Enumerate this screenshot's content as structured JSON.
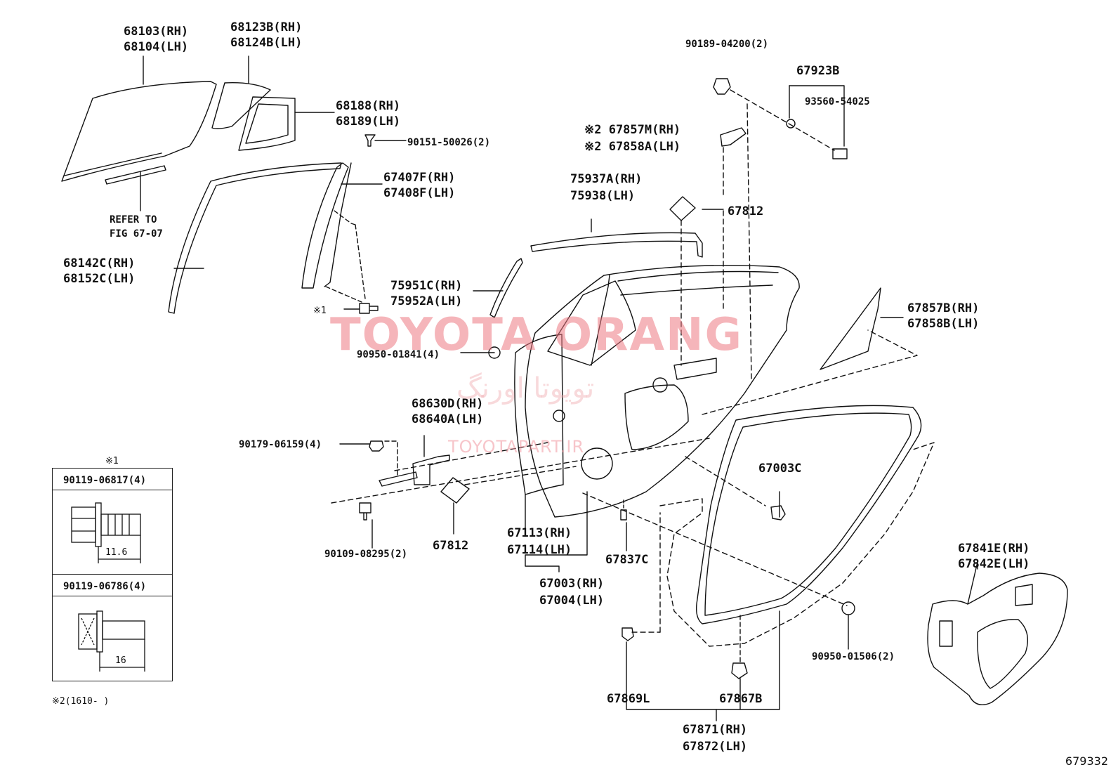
{
  "watermark": {
    "main": "TOYOTA ORANG",
    "persian": "تویوتا اورنگ",
    "url": "TOYOTAPART.IR"
  },
  "figure_id": "679332",
  "labels": {
    "p68103": "68103(RH)",
    "p68104": "68104(LH)",
    "p68123B": "68123B(RH)",
    "p68124B": "68124B(LH)",
    "p68188": "68188(RH)",
    "p68189": "68189(LH)",
    "p90151": "90151-50026(2)",
    "p67407F": "67407F(RH)",
    "p67408F": "67408F(LH)",
    "refer1": "REFER TO",
    "refer2": "FIG 67-07",
    "p68142C": "68142C(RH)",
    "p68152C": "68152C(LH)",
    "p75951C": "75951C(RH)",
    "p75952A": "75952A(LH)",
    "note1_bolt": "※1",
    "p90950_01841": "90950-01841(4)",
    "p68630D": "68630D(RH)",
    "p68640A": "68640A(LH)",
    "p90179": "90179-06159(4)",
    "p90109": "90109-08295(2)",
    "p67812_low": "67812",
    "p67113": "67113(RH)",
    "p67114": "67114(LH)",
    "p67003": "67003(RH)",
    "p67004": "67004(LH)",
    "p67837C": "67837C",
    "p90189": "90189-04200(2)",
    "p67923B": "67923B",
    "p93560": "93560-54025",
    "p67857M": "※2 67857M(RH)",
    "p67858A": "※2 67858A(LH)",
    "p75937A": "75937A(RH)",
    "p75938": "75938(LH)",
    "p67812_top": "67812",
    "p67857B": "67857B(RH)",
    "p67858B": "67858B(LH)",
    "p67003C": "67003C",
    "p90950_01506": "90950-01506(2)",
    "p67841E": "67841E(RH)",
    "p67842E": "67842E(LH)",
    "p67869L": "67869L",
    "p67867B": "67867B",
    "p67871": "67871(RH)",
    "p67872": "67872(LH)"
  },
  "inset": {
    "title": "※1",
    "bolt1_part": "90119-06817(4)",
    "bolt1_dim": "11.6",
    "bolt2_part": "90119-06786(4)",
    "bolt2_dim": "16"
  },
  "footnote": "※2(1610-    )"
}
